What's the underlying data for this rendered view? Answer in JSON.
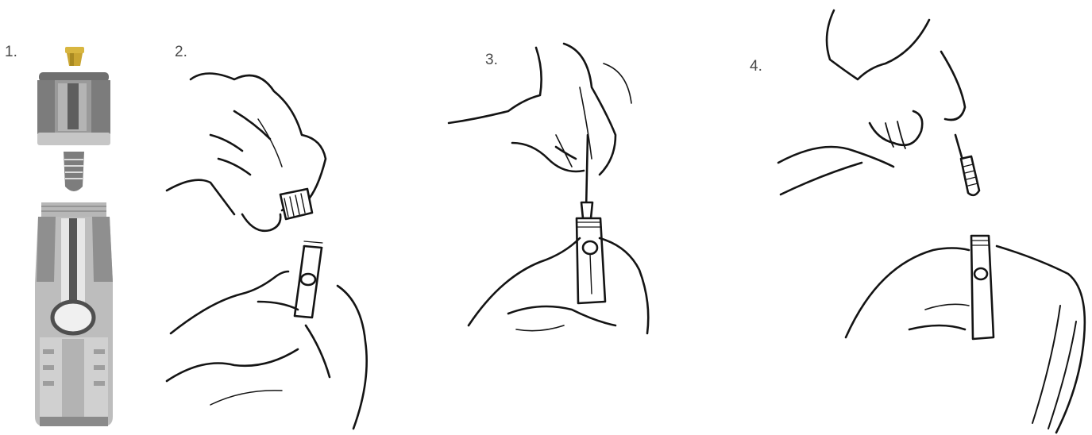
{
  "steps": [
    {
      "label": "1."
    },
    {
      "label": "2."
    },
    {
      "label": "3."
    },
    {
      "label": "4."
    }
  ],
  "colors": {
    "ink": "#141414",
    "healing_cap": "#d8b640",
    "healing_cap_shadow": "#a98a22",
    "container_body": "#9a9a9a",
    "container_dark": "#4f4f4f",
    "container_light": "#d3d3d3",
    "implant": "#7d7d7d"
  },
  "icons": [
    "healing-cap-icon",
    "cap-icon",
    "implant-icon",
    "vial-icon",
    "hand-icon",
    "insertion-tool-icon"
  ]
}
